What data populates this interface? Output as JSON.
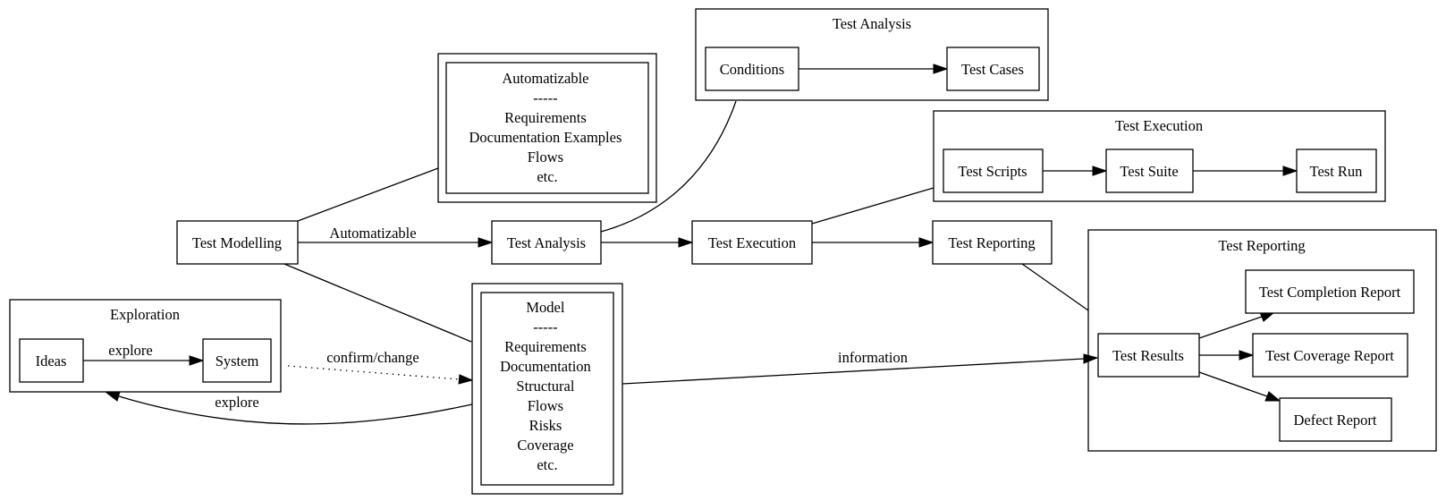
{
  "clusters": {
    "analysis": {
      "title": "Test Analysis"
    },
    "execution": {
      "title": "Test Execution"
    },
    "reporting": {
      "title": "Test Reporting"
    },
    "exploration": {
      "title": "Exploration"
    }
  },
  "nodes": {
    "test_modelling": "Test Modelling",
    "test_analysis": "Test Analysis",
    "test_execution": "Test Execution",
    "test_reporting": "Test Reporting",
    "conditions": "Conditions",
    "test_cases": "Test Cases",
    "test_scripts": "Test Scripts",
    "test_suite": "Test Suite",
    "test_run": "Test Run",
    "test_results": "Test Results",
    "test_completion_report": "Test Completion Report",
    "test_coverage_report": "Test Coverage Report",
    "defect_report": "Defect Report",
    "ideas": "Ideas",
    "system": "System",
    "automatizable": [
      "Automatizable",
      "-----",
      "Requirements",
      "Documentation Examples",
      "Flows",
      "etc."
    ],
    "model": [
      "Model",
      "-----",
      "Requirements",
      "Documentation",
      "Structural",
      "Flows",
      "Risks",
      "Coverage",
      "etc."
    ]
  },
  "edge_labels": {
    "automatizable": "Automatizable",
    "explore_ideas_system": "explore",
    "confirm_change": "confirm/change",
    "explore_model_exploration": "explore",
    "information": "information"
  }
}
